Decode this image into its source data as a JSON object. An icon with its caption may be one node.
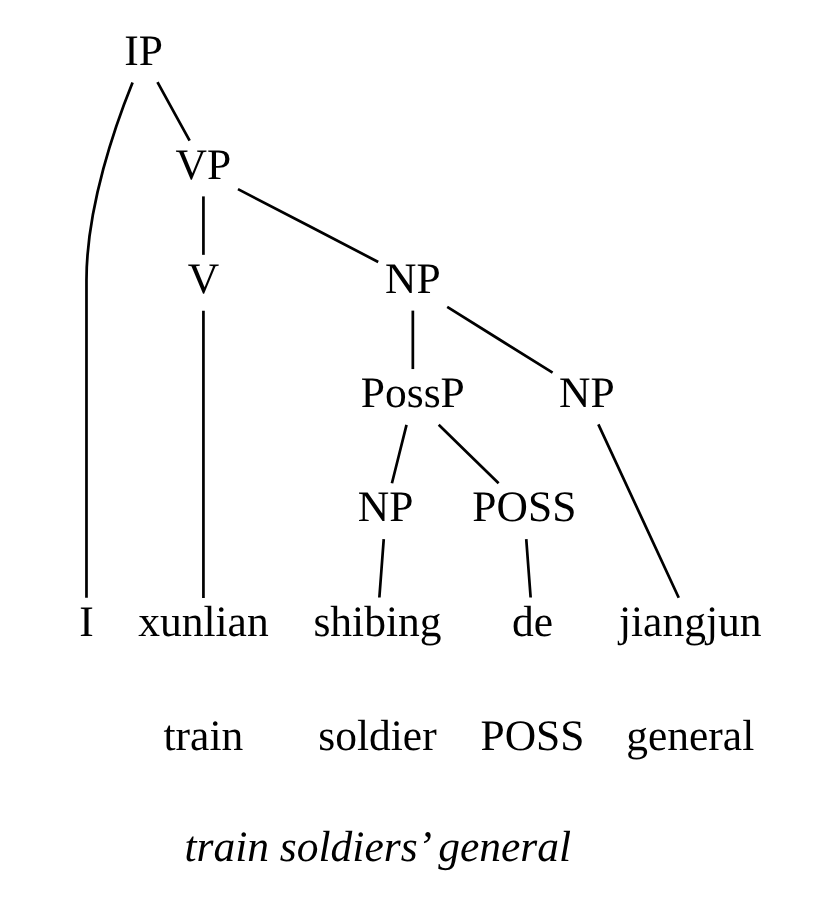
{
  "diagram": {
    "nodes": [
      {
        "text": [
          "IP"
        ]
      },
      {
        "text": [
          "I"
        ]
      },
      {
        "text": [
          "VP"
        ]
      },
      {
        "text": [
          "V"
        ]
      },
      {
        "text": [
          "NP"
        ]
      },
      {
        "text": [
          "PossP"
        ]
      },
      {
        "text": [
          "NP"
        ]
      },
      {
        "text": [
          "NP"
        ]
      },
      {
        "text": [
          "POSS"
        ]
      },
      {
        "text": [
          "xunlian"
        ]
      },
      {
        "text": [
          "shibing"
        ]
      },
      {
        "text": [
          "de"
        ]
      },
      {
        "text": [
          "jiangjun"
        ]
      }
    ],
    "edges": [
      {
        "from": 0,
        "to": 1,
        "arrow": "none"
      },
      {
        "from": 0,
        "to": 2,
        "arrow": "none"
      },
      {
        "from": 2,
        "to": 3,
        "arrow": "none"
      },
      {
        "from": 2,
        "to": 4,
        "arrow": "none"
      },
      {
        "from": 4,
        "to": 5,
        "arrow": "none"
      },
      {
        "from": 4,
        "to": 7,
        "arrow": "none"
      },
      {
        "from": 5,
        "to": 6,
        "arrow": "none"
      },
      {
        "from": 5,
        "to": 8,
        "arrow": "none"
      },
      {
        "from": 3,
        "to": 9,
        "arrow": "none"
      },
      {
        "from": 6,
        "to": 10,
        "arrow": "none"
      },
      {
        "from": 8,
        "to": 11,
        "arrow": "none"
      },
      {
        "from": 7,
        "to": 12,
        "arrow": "none"
      }
    ],
    "labels": [
      "train",
      "soldier",
      "POSS",
      "general",
      "train soldiers’ general"
    ]
  }
}
